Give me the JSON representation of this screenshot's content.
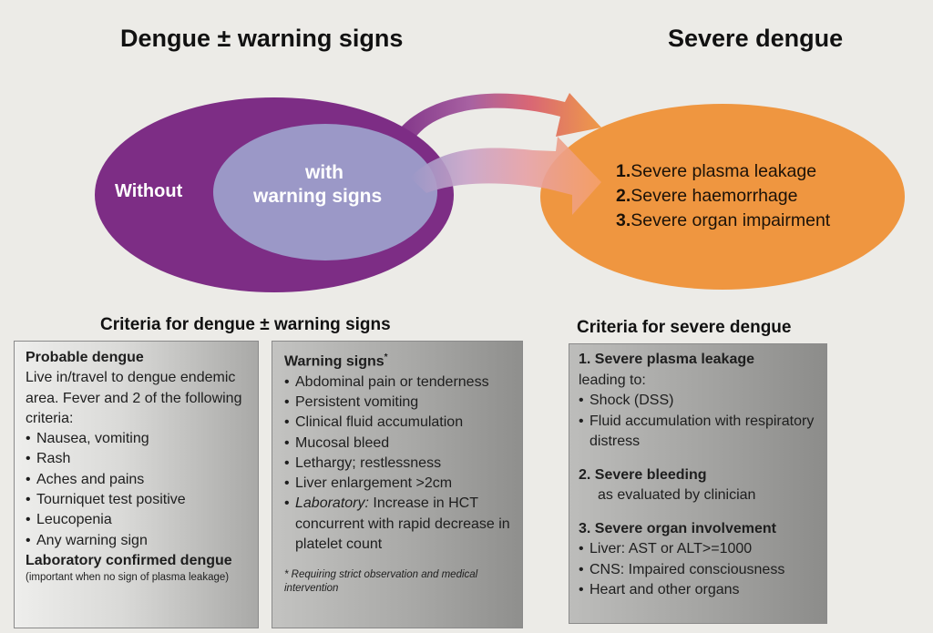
{
  "titles": {
    "left": "Dengue ± warning signs",
    "right": "Severe dengue"
  },
  "ellipses": {
    "outer_label": "Without",
    "inner_label_line1": "with",
    "inner_label_line2": "warning signs"
  },
  "severe_list": [
    {
      "num": "1.",
      "text": "Severe plasma leakage"
    },
    {
      "num": "2.",
      "text": "Severe haemorrhage"
    },
    {
      "num": "3.",
      "text": "Severe organ impairment"
    }
  ],
  "criteria_left_title": "Criteria for dengue ± warning signs",
  "criteria_right_title": "Criteria for severe dengue",
  "probable": {
    "heading": "Probable dengue",
    "intro": "Live in/travel to dengue endemic area. Fever and 2 of the following criteria:",
    "items": [
      "Nausea, vomiting",
      "Rash",
      "Aches and pains",
      "Tourniquet test positive",
      "Leucopenia",
      "Any warning sign"
    ],
    "lab_heading": "Laboratory confirmed dengue",
    "lab_note": "(important when no sign of plasma leakage)"
  },
  "warning": {
    "heading": "Warning signs",
    "heading_mark": "*",
    "items": [
      "Abdominal pain or tenderness",
      "Persistent vomiting",
      "Clinical fluid accumulation",
      "Mucosal bleed",
      "Lethargy; restlessness",
      "Liver enlargement >2cm"
    ],
    "lab_prefix": "Laboratory:",
    "lab_text": " Increase in HCT concurrent with rapid decrease in platelet count",
    "footnote": "* Requiring strict observation and medical intervention"
  },
  "severe_criteria": {
    "s1_heading": "1. Severe plasma leakage",
    "s1_sub": "leading to:",
    "s1_items": [
      "Shock (DSS)",
      "Fluid accumulation with respiratory distress"
    ],
    "s2_heading": "2. Severe bleeding",
    "s2_sub": "as evaluated by clinician",
    "s3_heading": "3. Severe organ involvement",
    "s3_items": [
      "Liver: AST or ALT>=1000",
      "CNS: Impaired consciousness",
      "Heart and other organs"
    ]
  },
  "colors": {
    "outer_ellipse": "#7d2d85",
    "inner_ellipse": "#9b98c7",
    "severe_ellipse": "#ef9640"
  }
}
